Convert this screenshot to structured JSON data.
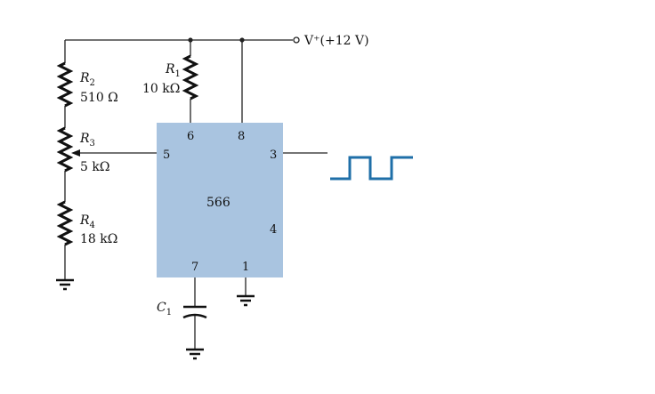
{
  "supply": {
    "label": "V⁺(+12 V)"
  },
  "resistors": {
    "r1": {
      "name": "R",
      "sub": "1",
      "value": "10 kΩ"
    },
    "r2": {
      "name": "R",
      "sub": "2",
      "value": "510 Ω"
    },
    "r3": {
      "name": "R",
      "sub": "3",
      "value": "5 kΩ"
    },
    "r4": {
      "name": "R",
      "sub": "4",
      "value": "18 kΩ"
    }
  },
  "capacitor": {
    "name": "C",
    "sub": "1"
  },
  "ic": {
    "label": "566",
    "color": "#a9c4e0",
    "pins": {
      "p6": "6",
      "p8": "8",
      "p5": "5",
      "p3": "3",
      "p4": "4",
      "p7": "7",
      "p1": "1"
    }
  },
  "waveform": {
    "color": "#1f6fa8"
  }
}
